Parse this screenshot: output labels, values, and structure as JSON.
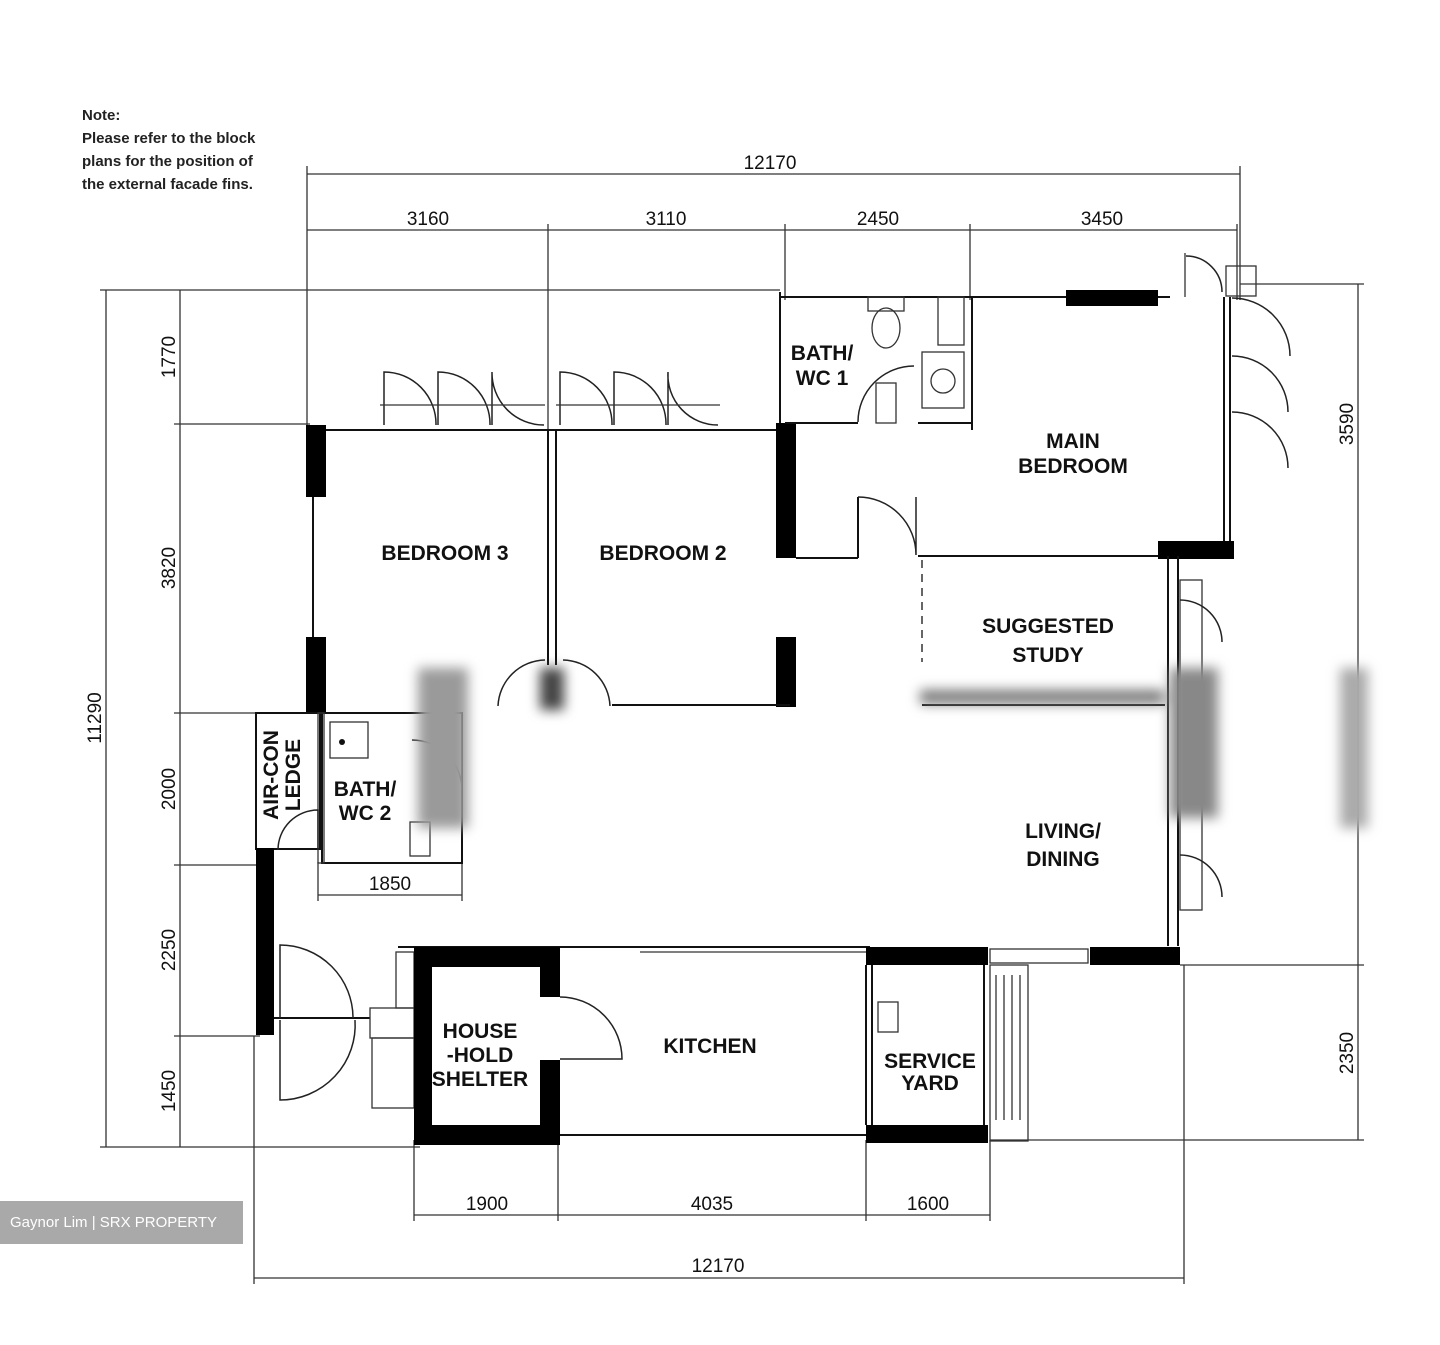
{
  "note": {
    "title": "Note:",
    "line1": "Please refer to the block",
    "line2": "plans for the position of",
    "line3": "the external facade fins."
  },
  "rooms": {
    "bath_wc1": [
      "BATH/",
      "WC 1"
    ],
    "main_bedroom": [
      "MAIN",
      "BEDROOM"
    ],
    "bedroom3": "BEDROOM 3",
    "bedroom2": "BEDROOM 2",
    "suggested_study": [
      "SUGGESTED",
      "STUDY"
    ],
    "aircon_ledge": [
      "AIR-CON",
      "LEDGE"
    ],
    "bath_wc2": [
      "BATH/",
      "WC 2"
    ],
    "living_dining": [
      "LIVING/",
      "DINING"
    ],
    "household_shelter": [
      "HOUSE",
      "-HOLD",
      "SHELTER"
    ],
    "kitchen": "KITCHEN",
    "service_yard": [
      "SERVICE",
      "YARD"
    ]
  },
  "dimensions": {
    "top_total": "12170",
    "top": [
      "3160",
      "3110",
      "2450",
      "3450"
    ],
    "left_total": "11290",
    "left": [
      "1770",
      "3820",
      "2000",
      "2250",
      "1450"
    ],
    "right": [
      "3590",
      "2350"
    ],
    "wc2_width": "1850",
    "bottom": [
      "1900",
      "4035",
      "1600"
    ],
    "bottom_total": "12170"
  },
  "watermark": "Gaynor Lim | SRX PROPERTY"
}
